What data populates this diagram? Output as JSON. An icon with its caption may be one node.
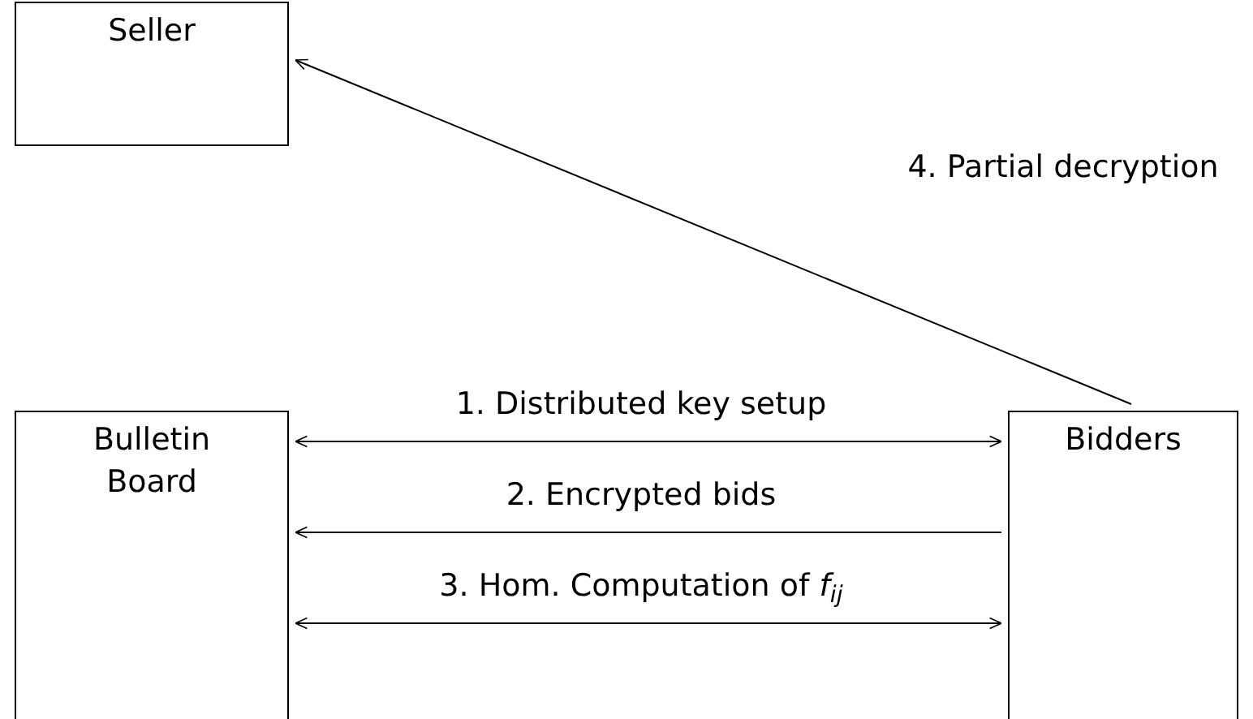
{
  "diagram": {
    "nodes": [
      {
        "text": [
          "Seller"
        ]
      },
      {
        "text": [
          "Bulletin Board"
        ]
      },
      {
        "text": [
          "Bidders"
        ]
      }
    ],
    "edges": [
      {
        "from": 2,
        "to": 0,
        "arrow": "to",
        "label": "4. Partial decryption"
      },
      {
        "from": 1,
        "to": 2,
        "arrow": "both",
        "label": "1. Distributed key setup"
      },
      {
        "from": 2,
        "to": 1,
        "arrow": "to",
        "label": "2. Encrypted bids"
      },
      {
        "from": 1,
        "to": 2,
        "arrow": "both",
        "label": "3. Hom. Computation of *f*$_{ij}$"
      }
    ]
  }
}
